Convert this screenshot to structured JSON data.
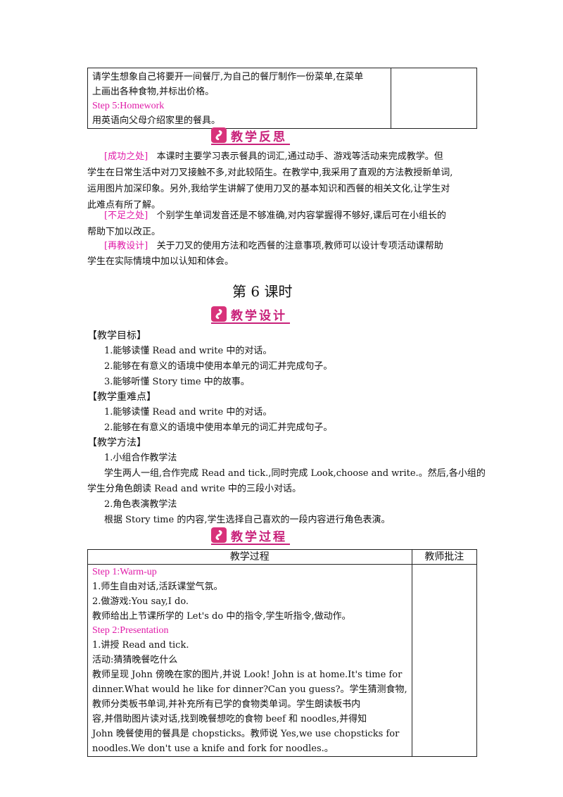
{
  "top_table": {
    "lines": [
      "请学生想象自己将要开一间餐厅,为自己的餐厅制作一份菜单,在菜单",
      "上画出各种食物,并标出价格。"
    ],
    "step5_label": "Step 5:Homework",
    "step5_text": "用英语向父母介绍家里的餐具。"
  },
  "reflection": {
    "banner": "教学反思",
    "success_tag": "[成功之处]",
    "success_lines": [
      "本课时主要学习表示餐具的词汇,通过动手、游戏等活动来完成教学。但",
      "学生在日常生活中对刀叉接触不多,对此较陌生。在教学中,我采用了直观的方法教授新单词,",
      "运用图片加深印象。另外,我给学生讲解了使用刀叉的基本知识和西餐的相关文化,让学生对",
      "此难点有所了解。"
    ],
    "shortfall_tag": "[不足之处]",
    "shortfall_lines": [
      "个别学生单词发音还是不够准确,对内容掌握得不够好,课后可在小组长的",
      "帮助下加以改正。"
    ],
    "redesign_tag": "[再教设计]",
    "redesign_lines": [
      "关于刀叉的使用方法和吃西餐的注意事项,教师可以设计专项活动课帮助",
      "学生在实际情境中加以认知和体会。"
    ]
  },
  "lesson_title": "第 6 课时",
  "design": {
    "banner": "教学设计",
    "goals_heading": "【教学目标】",
    "goals": [
      "1.能够读懂 Read and write 中的对话。",
      "2.能够在有意义的语境中使用本单元的词汇并完成句子。",
      "3.能够听懂 Story time 中的故事。"
    ],
    "key_heading": "【教学重难点】",
    "key_points": [
      "1.能够读懂 Read and write 中的对话。",
      "2.能够在有意义的语境中使用本单元的词汇并完成句子。"
    ],
    "methods_heading": "【教学方法】",
    "method1_title": "1.小组合作教学法",
    "method1_lines": [
      "学生两人一组,合作完成 Read and tick.,同时完成 Look,choose and write.。然后,各小组的",
      "学生分角色朗读 Read and write 中的三段小对话。"
    ],
    "method2_title": "2.角色表演教学法",
    "method2_lines": [
      "根据 Story time  的内容,学生选择自己喜欢的一段内容进行角色表演。"
    ]
  },
  "process": {
    "banner": "教学过程",
    "col_process": "教学过程",
    "col_notes": "教师批注",
    "step1_label": "Step 1:Warm-up",
    "step1_lines": [
      "1.师生自由对话,活跃课堂气氛。",
      "2.做游戏:You say,I do.",
      "教师给出上节课所学的 Let's do 中的指令,学生听指令,做动作。"
    ],
    "step2_label": "Step 2:Presentation",
    "step2_lines": [
      "1.讲授 Read and tick.",
      "活动:猜猜晚餐吃什么",
      "教师呈现 John 傍晚在家的图片,并说 Look! John is at home.It's time for",
      "dinner.What would he like for dinner?Can you guess?。学生猜测食物,",
      "教师分类板书单词,并补充所有已学的食物类单词。学生朗读板书内",
      "容,并借助图片读对话,找到晚餐想吃的食物 beef 和 noodles,并得知",
      "John 晚餐使用的餐具是 chopsticks。教师说 Yes,we use chopsticks for",
      "noodles.We don't use a knife and fork for noodles.。"
    ]
  },
  "colors": {
    "accent": "#e01aa8",
    "banner": "#c8217a"
  }
}
